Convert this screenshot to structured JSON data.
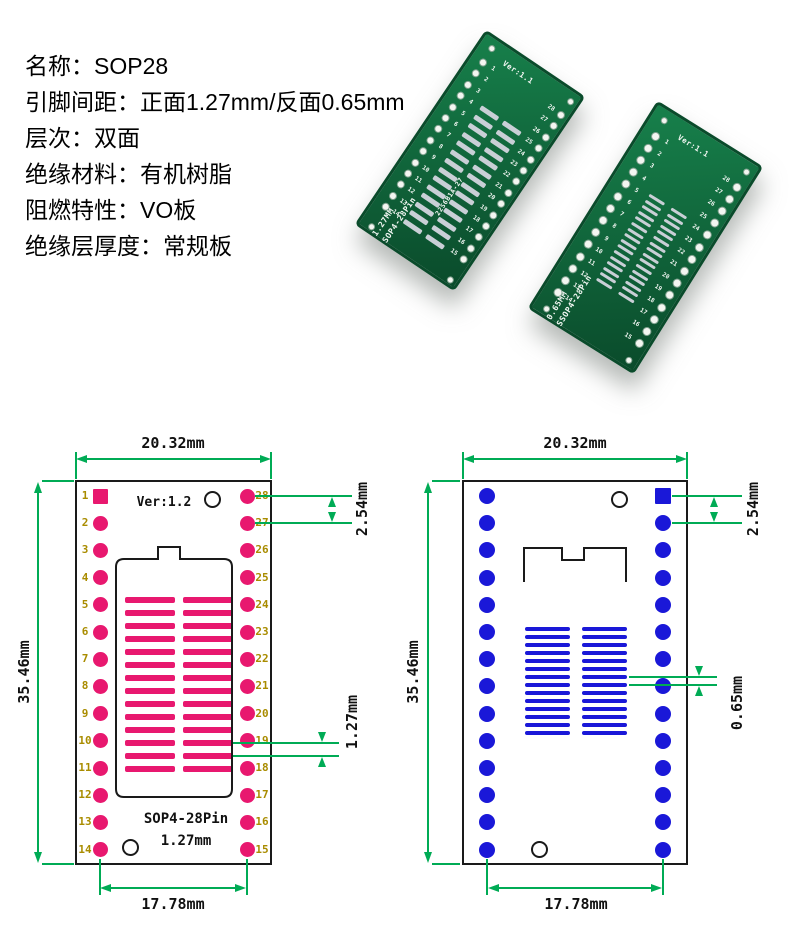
{
  "specs": {
    "lines": [
      "名称：SOP28",
      "引脚间距：正面1.27mm/反面0.65mm",
      "层次：双面",
      "绝缘材料：有机树脂",
      "阻燃特性：VO板",
      "绝缘层厚度：常规板"
    ]
  },
  "pins": {
    "left": [
      "1",
      "2",
      "3",
      "4",
      "5",
      "6",
      "7",
      "8",
      "9",
      "10",
      "11",
      "12",
      "13",
      "14"
    ],
    "right": [
      "28",
      "27",
      "26",
      "25",
      "24",
      "23",
      "22",
      "21",
      "20",
      "19",
      "18",
      "17",
      "16",
      "15"
    ]
  },
  "photos": {
    "front": {
      "ver": "Ver:1.1",
      "name": "SOP4-28Pin",
      "pitch": "1.27MM",
      "code": "22S6B1A-27"
    },
    "back": {
      "ver": "Ver:1.1",
      "name": "SSOP4-28Pin",
      "pitch": "0.65MM"
    }
  },
  "diagrams": {
    "front": {
      "ver": "Ver:1.2",
      "footprint_name": "SOP4-28Pin",
      "footprint_pitch": "1.27mm",
      "dim_width": "20.32mm",
      "dim_height": "35.46mm",
      "dim_pad_row_span": "17.78mm",
      "dim_hole_pitch": "2.54mm",
      "dim_smd_pitch": "1.27mm"
    },
    "back": {
      "dim_width": "20.32mm",
      "dim_height": "35.46mm",
      "dim_pad_row_span": "17.78mm",
      "dim_hole_pitch": "2.54mm",
      "dim_smd_pitch": "0.65mm"
    }
  },
  "colors": {
    "dimension_green": "#00ab55",
    "front_pad_pink": "#e8186f",
    "back_pad_blue": "#1a18d8",
    "pin_number_gold": "#a98c00",
    "pcb_green": "#17804b",
    "pcb_green_dark": "#0a4b2b",
    "silk_white": "#f2f7f3",
    "stripe_silver": "#c9cfd6"
  }
}
